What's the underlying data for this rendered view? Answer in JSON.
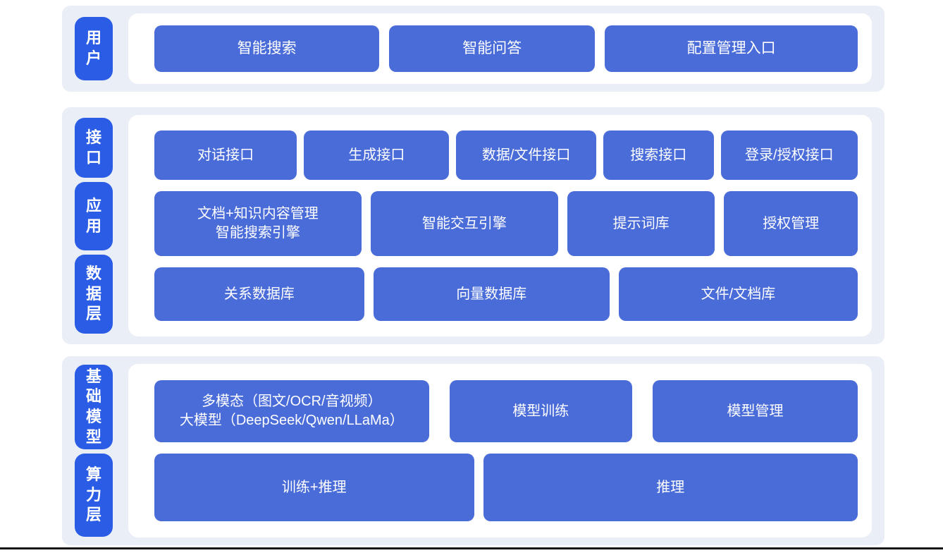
{
  "colors": {
    "page_bg": "#ffffff",
    "band_bg": "#e9eef7",
    "layer_label_bg": "#2b5ce5",
    "node_bg": "#4a6cd9",
    "node_text": "#ffffff",
    "bottom_line": "#161616"
  },
  "sections": [
    {
      "name": "user-layer",
      "labels": [
        "用户"
      ],
      "rows": [
        [
          "智能搜索",
          "智能问答",
          "配置管理入口"
        ]
      ]
    },
    {
      "name": "interface-application-data-layers",
      "labels": [
        "接口",
        "应用",
        "数据层"
      ],
      "rows": [
        [
          "对话接口",
          "生成接口",
          "数据/文件接口",
          "搜索接口",
          "登录/授权接口"
        ],
        [
          "文档+知识内容管理\n智能搜索引擎",
          "智能交互引擎",
          "提示词库",
          "授权管理"
        ],
        [
          "关系数据库",
          "向量数据库",
          "文件/文档库"
        ]
      ]
    },
    {
      "name": "base-model-compute-layers",
      "labels": [
        "基础模型",
        "算力层"
      ],
      "rows": [
        [
          "多模态（图文/OCR/音视频）\n大模型（DeepSeek/Qwen/LLaMa）",
          "模型训练",
          "模型管理"
        ],
        [
          "训练+推理",
          "推理"
        ]
      ]
    }
  ]
}
